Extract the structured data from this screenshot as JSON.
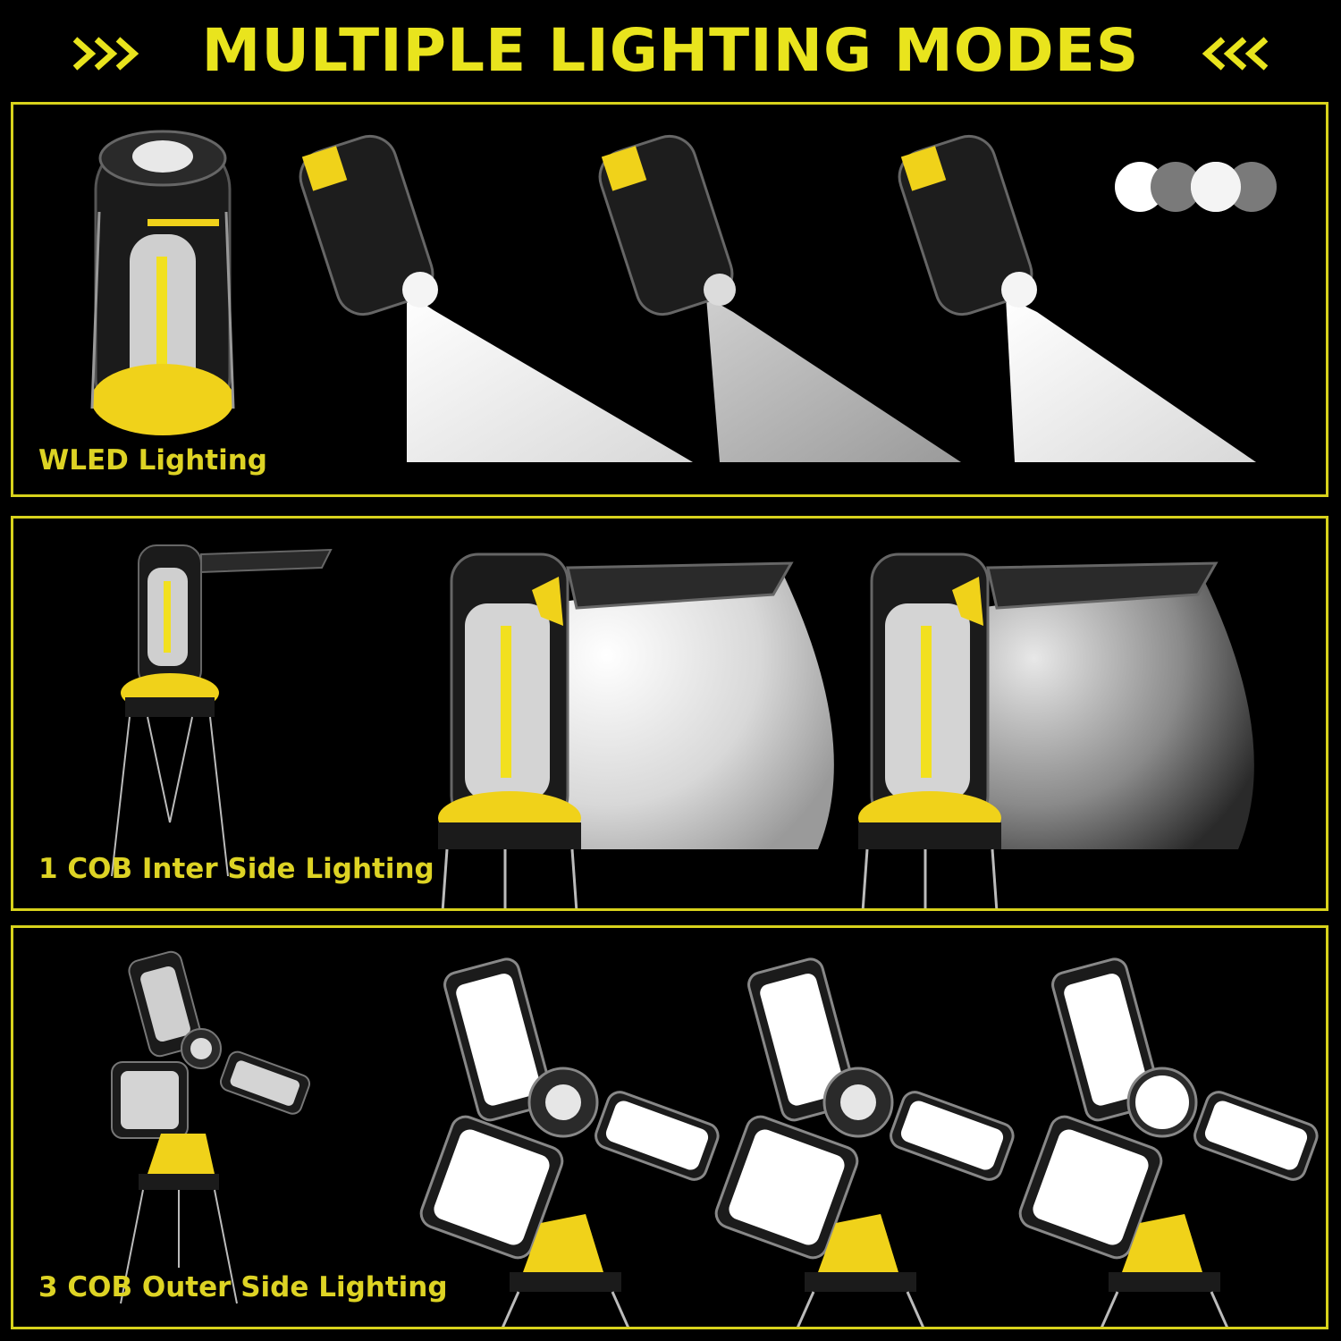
{
  "header": {
    "title": "MULTIPLE LIGHTING MODES",
    "chevron_left_icon": "double-chevron-right-icon",
    "chevron_right_icon": "double-chevron-left-icon"
  },
  "colors": {
    "accent_yellow": "#e9e41d",
    "lantern_yellow": "#f0d21a",
    "background": "#000000",
    "light_white": "#ffffff"
  },
  "panels": [
    {
      "caption": "WLED Lighting",
      "icons": [
        "lantern-icon",
        "flashlight-beam-icon",
        "flashlight-beam-icon",
        "flashlight-beam-icon",
        "mode-dots-icon"
      ]
    },
    {
      "caption": "1 COB Inter Side Lighting",
      "icons": [
        "lantern-tripod-icon",
        "lantern-side-light-icon",
        "lantern-side-light-icon"
      ]
    },
    {
      "caption": "3 COB Outer Side Lighting",
      "icons": [
        "lantern-three-panel-icon",
        "lantern-three-panel-lit-icon",
        "lantern-three-panel-lit-icon",
        "lantern-three-panel-lit-icon"
      ]
    }
  ]
}
